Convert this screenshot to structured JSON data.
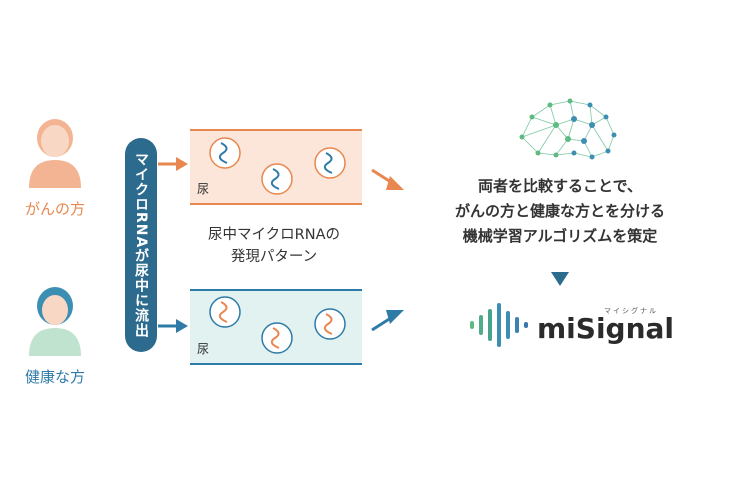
{
  "people": {
    "cancer_label": "がんの方",
    "healthy_label": "健康な方"
  },
  "flow_label": "マイクロRNAが尿中に流出",
  "channels": {
    "top_label": "尿",
    "bottom_label": "尿"
  },
  "center_caption": {
    "line1": "尿中マイクロRNAの",
    "line2": "発現パターン"
  },
  "right_text": {
    "line1": "両者を比較することで、",
    "line2": "がんの方と健康な方とを分ける",
    "line3": "機械学習アルゴリズムを策定"
  },
  "logo": {
    "name": "miSignal",
    "kana": "マイシグナル"
  },
  "colors": {
    "cancer": "#e8874f",
    "healthy": "#2e7ba7",
    "vertical_bar": "#2d6b8e",
    "top_channel": "#fbe6d9",
    "bottom_channel": "#e2f2f1",
    "brain_green": "#5dbb82",
    "brain_blue": "#3c8fb3"
  }
}
